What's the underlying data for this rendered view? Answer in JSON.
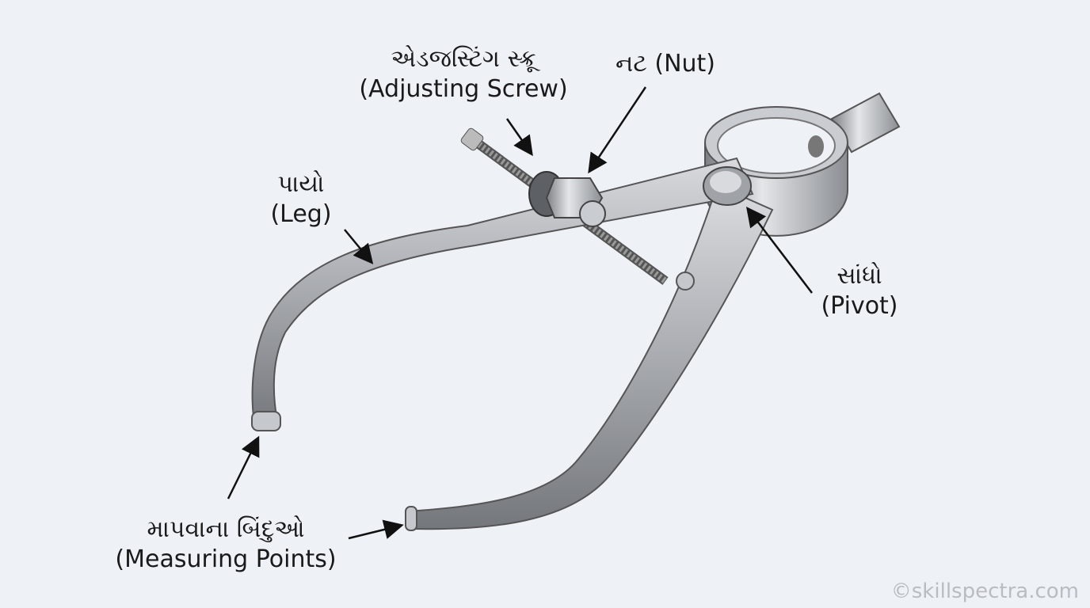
{
  "labels": {
    "adjusting_screw": {
      "gu": "એડજસ્ટિંગ સ્ક્રૂ",
      "en": "(Adjusting Screw)"
    },
    "nut": {
      "gu": "નટ",
      "en": "(Nut)"
    },
    "leg": {
      "gu": "પાયો",
      "en": "(Leg)"
    },
    "pivot": {
      "gu": "સાંધો",
      "en": "(Pivot)"
    },
    "measuring_points": {
      "gu": "માપવાના બિંદુઓ",
      "en": "(Measuring Points)"
    }
  },
  "watermark": "©skillspectra.com",
  "colors": {
    "background": "#eef1f6",
    "metal": "#a9acb1",
    "metal_dark": "#6f7378",
    "text": "#1a1a1a"
  }
}
